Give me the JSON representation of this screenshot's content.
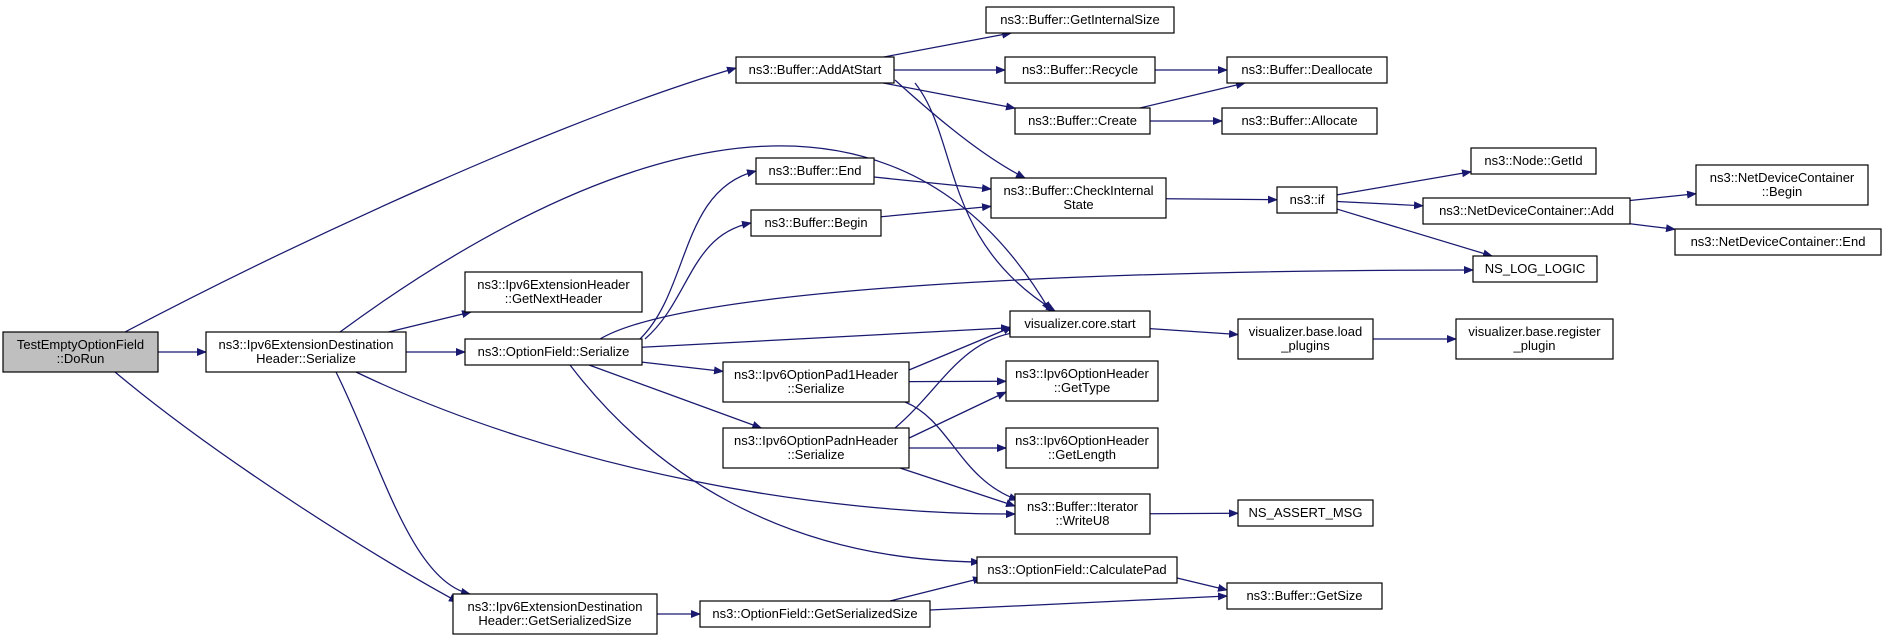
{
  "graph": {
    "edge_color": "#191970",
    "root_fill": "#bfbfbf",
    "node_fill": "#ffffff",
    "nodes": [
      {
        "id": "n_dorun",
        "name": "node-testemptyoptionfield-dorun",
        "lines": [
          "TestEmptyOptionField",
          "::DoRun"
        ],
        "root": true
      },
      {
        "id": "n_dest_ser",
        "name": "node-ipv6extensiondestinationheader-serialize",
        "lines": [
          "ns3::Ipv6ExtensionDestination",
          "Header::Serialize"
        ]
      },
      {
        "id": "n_dest_gss",
        "name": "node-ipv6extensiondestinationheader-getserializedsize",
        "lines": [
          "ns3::Ipv6ExtensionDestination",
          "Header::GetSerializedSize"
        ]
      },
      {
        "id": "n_addatstart",
        "name": "node-buffer-addatstart",
        "lines": [
          "ns3::Buffer::AddAtStart"
        ]
      },
      {
        "id": "n_getnext",
        "name": "node-ipv6extensionheader-getnextheader",
        "lines": [
          "ns3::Ipv6ExtensionHeader",
          "::GetNextHeader"
        ]
      },
      {
        "id": "n_of_ser",
        "name": "node-optionfield-serialize",
        "lines": [
          "ns3::OptionField::Serialize"
        ]
      },
      {
        "id": "n_of_gss",
        "name": "node-optionfield-getserializedsize",
        "lines": [
          "ns3::OptionField::GetSerializedSize"
        ]
      },
      {
        "id": "n_end",
        "name": "node-buffer-end",
        "lines": [
          "ns3::Buffer::End"
        ]
      },
      {
        "id": "n_begin",
        "name": "node-buffer-begin",
        "lines": [
          "ns3::Buffer::Begin"
        ]
      },
      {
        "id": "n_pad1",
        "name": "node-ipv6optionpad1header-serialize",
        "lines": [
          "ns3::Ipv6OptionPad1Header",
          "::Serialize"
        ]
      },
      {
        "id": "n_padn",
        "name": "node-ipv6optionpadnheader-serialize",
        "lines": [
          "ns3::Ipv6OptionPadnHeader",
          "::Serialize"
        ]
      },
      {
        "id": "n_getinternal",
        "name": "node-buffer-getinternalsize",
        "lines": [
          "ns3::Buffer::GetInternalSize"
        ]
      },
      {
        "id": "n_recycle",
        "name": "node-buffer-recycle",
        "lines": [
          "ns3::Buffer::Recycle"
        ]
      },
      {
        "id": "n_create",
        "name": "node-buffer-create",
        "lines": [
          "ns3::Buffer::Create"
        ]
      },
      {
        "id": "n_check",
        "name": "node-buffer-checkinternalstate",
        "lines": [
          "ns3::Buffer::CheckInternal",
          "State"
        ]
      },
      {
        "id": "n_vcs",
        "name": "node-visualizer-core-start",
        "lines": [
          "visualizer.core.start"
        ]
      },
      {
        "id": "n_gettype",
        "name": "node-ipv6optionheader-gettype",
        "lines": [
          "ns3::Ipv6OptionHeader",
          "::GetType"
        ]
      },
      {
        "id": "n_getlength",
        "name": "node-ipv6optionheader-getlength",
        "lines": [
          "ns3::Ipv6OptionHeader",
          "::GetLength"
        ]
      },
      {
        "id": "n_writeu8",
        "name": "node-buffer-iterator-writeu8",
        "lines": [
          "ns3::Buffer::Iterator",
          "::WriteU8"
        ]
      },
      {
        "id": "n_calcpad",
        "name": "node-optionfield-calculatepad",
        "lines": [
          "ns3::OptionField::CalculatePad"
        ]
      },
      {
        "id": "n_dealloc",
        "name": "node-buffer-deallocate",
        "lines": [
          "ns3::Buffer::Deallocate"
        ]
      },
      {
        "id": "n_alloc",
        "name": "node-buffer-allocate",
        "lines": [
          "ns3::Buffer::Allocate"
        ]
      },
      {
        "id": "n_if",
        "name": "node-ns3-if",
        "lines": [
          "ns3::if"
        ]
      },
      {
        "id": "n_loadplugins",
        "name": "node-visualizer-base-load-plugins",
        "lines": [
          "visualizer.base.load",
          "_plugins"
        ]
      },
      {
        "id": "n_assert",
        "name": "node-ns-assert-msg",
        "lines": [
          "NS_ASSERT_MSG"
        ]
      },
      {
        "id": "n_getsize",
        "name": "node-buffer-getsize",
        "lines": [
          "ns3::Buffer::GetSize"
        ]
      },
      {
        "id": "n_getid",
        "name": "node-node-getid",
        "lines": [
          "ns3::Node::GetId"
        ]
      },
      {
        "id": "n_ndcadd",
        "name": "node-netdevicecontainer-add",
        "lines": [
          "ns3::NetDeviceContainer::Add"
        ]
      },
      {
        "id": "n_loglogic",
        "name": "node-ns-log-logic",
        "lines": [
          "NS_LOG_LOGIC"
        ]
      },
      {
        "id": "n_register",
        "name": "node-visualizer-base-register-plugin",
        "lines": [
          "visualizer.base.register",
          "_plugin"
        ]
      },
      {
        "id": "n_ndcbegin",
        "name": "node-netdevicecontainer-begin",
        "lines": [
          "ns3::NetDeviceContainer",
          "::Begin"
        ]
      },
      {
        "id": "n_ndcend",
        "name": "node-netdevicecontainer-end",
        "lines": [
          "ns3::NetDeviceContainer::End"
        ]
      }
    ],
    "edges": [
      {
        "from": "n_dorun",
        "to": "n_dest_ser"
      },
      {
        "from": "n_dorun",
        "to": "n_addatstart"
      },
      {
        "from": "n_dorun",
        "to": "n_dest_gss"
      },
      {
        "from": "n_dest_ser",
        "to": "n_getnext"
      },
      {
        "from": "n_dest_ser",
        "to": "n_of_ser"
      },
      {
        "from": "n_dest_ser",
        "to": "n_vcs"
      },
      {
        "from": "n_dest_ser",
        "to": "n_writeu8"
      },
      {
        "from": "n_dest_ser",
        "to": "n_dest_gss"
      },
      {
        "from": "n_dest_gss",
        "to": "n_of_gss"
      },
      {
        "from": "n_addatstart",
        "to": "n_getinternal"
      },
      {
        "from": "n_addatstart",
        "to": "n_recycle"
      },
      {
        "from": "n_addatstart",
        "to": "n_create"
      },
      {
        "from": "n_addatstart",
        "to": "n_check"
      },
      {
        "from": "n_addatstart",
        "to": "n_vcs"
      },
      {
        "from": "n_of_ser",
        "to": "n_end"
      },
      {
        "from": "n_of_ser",
        "to": "n_begin"
      },
      {
        "from": "n_of_ser",
        "to": "n_loglogic"
      },
      {
        "from": "n_of_ser",
        "to": "n_vcs"
      },
      {
        "from": "n_of_ser",
        "to": "n_pad1"
      },
      {
        "from": "n_of_ser",
        "to": "n_padn"
      },
      {
        "from": "n_of_ser",
        "to": "n_calcpad"
      },
      {
        "from": "n_end",
        "to": "n_check"
      },
      {
        "from": "n_begin",
        "to": "n_check"
      },
      {
        "from": "n_pad1",
        "to": "n_vcs"
      },
      {
        "from": "n_pad1",
        "to": "n_gettype"
      },
      {
        "from": "n_pad1",
        "to": "n_writeu8"
      },
      {
        "from": "n_padn",
        "to": "n_vcs"
      },
      {
        "from": "n_padn",
        "to": "n_gettype"
      },
      {
        "from": "n_padn",
        "to": "n_getlength"
      },
      {
        "from": "n_padn",
        "to": "n_writeu8"
      },
      {
        "from": "n_recycle",
        "to": "n_dealloc"
      },
      {
        "from": "n_create",
        "to": "n_dealloc"
      },
      {
        "from": "n_create",
        "to": "n_alloc"
      },
      {
        "from": "n_check",
        "to": "n_if"
      },
      {
        "from": "n_vcs",
        "to": "n_loadplugins"
      },
      {
        "from": "n_writeu8",
        "to": "n_assert"
      },
      {
        "from": "n_calcpad",
        "to": "n_getsize"
      },
      {
        "from": "n_of_gss",
        "to": "n_calcpad"
      },
      {
        "from": "n_of_gss",
        "to": "n_getsize"
      },
      {
        "from": "n_if",
        "to": "n_getid"
      },
      {
        "from": "n_if",
        "to": "n_ndcadd"
      },
      {
        "from": "n_if",
        "to": "n_loglogic"
      },
      {
        "from": "n_loadplugins",
        "to": "n_register"
      },
      {
        "from": "n_ndcadd",
        "to": "n_ndcbegin"
      },
      {
        "from": "n_ndcadd",
        "to": "n_ndcend"
      }
    ]
  }
}
